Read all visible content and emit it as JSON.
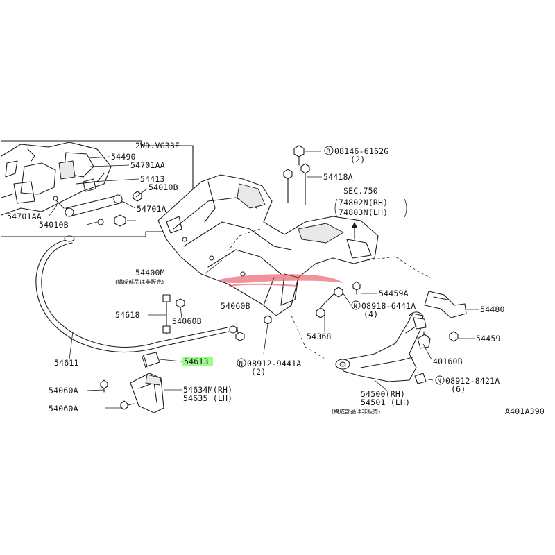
{
  "inset": {
    "title": "2WD.VG33E",
    "labels": {
      "p54490": "54490",
      "p54701AA_top": "54701AA",
      "p54413": "54413",
      "p54010B_top": "54010B",
      "p54701A": "54701A",
      "p54701AA_bottom": "54701AA",
      "p54010B_bottom": "54010B"
    }
  },
  "labels": {
    "p08146": "08146-6162G",
    "p08146_qty": "(2)",
    "p08146_code": "B",
    "p54418A": "54418A",
    "sec750": "SEC.750",
    "p74802N": "74802N(RH)",
    "p74803N": "74803N(LH)",
    "p54400M": "54400M",
    "p54400M_note": "(構成部品は非販売)",
    "p54459A": "54459A",
    "p08918": "08918-6441A",
    "p08918_qty": "(4)",
    "p08918_code": "N",
    "p54480": "54480",
    "p54618": "54618",
    "p54060B_left": "54060B",
    "p54060B_mid": "54060B",
    "p54368": "54368",
    "p54459": "54459",
    "p54611": "54611",
    "p54613": "54613",
    "p08912_9441A": "08912-9441A",
    "p08912_9441A_qty": "(2)",
    "p08912_9441A_code": "N",
    "p40160B": "40160B",
    "p08912_8421A": "08912-8421A",
    "p08912_8421A_qty": "(6)",
    "p08912_8421A_code": "N",
    "p54060A_top": "54060A",
    "p54634M": "54634M(RH)",
    "p54635": "54635 (LH)",
    "p54060A_bottom": "54060A",
    "p54500": "54500(RH)",
    "p54501": "54501 (LH)",
    "p54500_note": "(構成部品は非販売)",
    "drawing_code": "A401A390"
  },
  "colors": {
    "highlight": "#9dfc8c",
    "watermark": "#e43b4a",
    "ink": "#1a1a1a"
  },
  "icons": {
    "circled_code": "circle-letter-icon",
    "arrow": "up-arrow-icon",
    "watermark": "brand-watermark-icon"
  }
}
